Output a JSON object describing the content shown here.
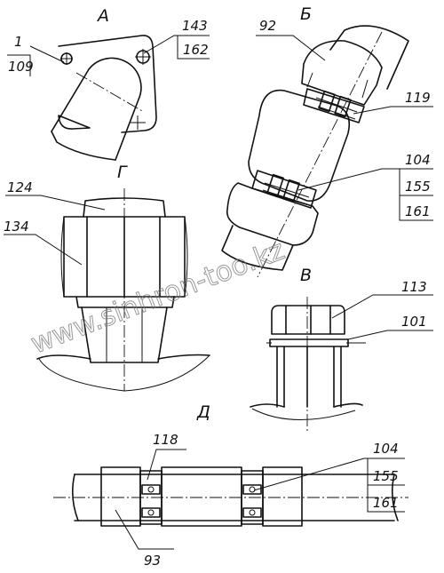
{
  "views": {
    "a": "А",
    "b": "Б",
    "g": "Г",
    "v": "В",
    "d": "Д"
  },
  "callouts": {
    "a_left_top": "1",
    "a_left_bottom": "109",
    "a_right_top": "143",
    "a_right_bottom": "162",
    "b_92": "92",
    "b_119": "119",
    "b_104": "104",
    "b_155": "155",
    "b_161": "161",
    "g_124": "124",
    "g_134": "134",
    "v_113": "113",
    "v_101": "101",
    "d_118": "118",
    "d_104": "104",
    "d_155": "155",
    "d_161": "161",
    "d_93": "93"
  },
  "watermark": "www.sinhron-too.kz"
}
